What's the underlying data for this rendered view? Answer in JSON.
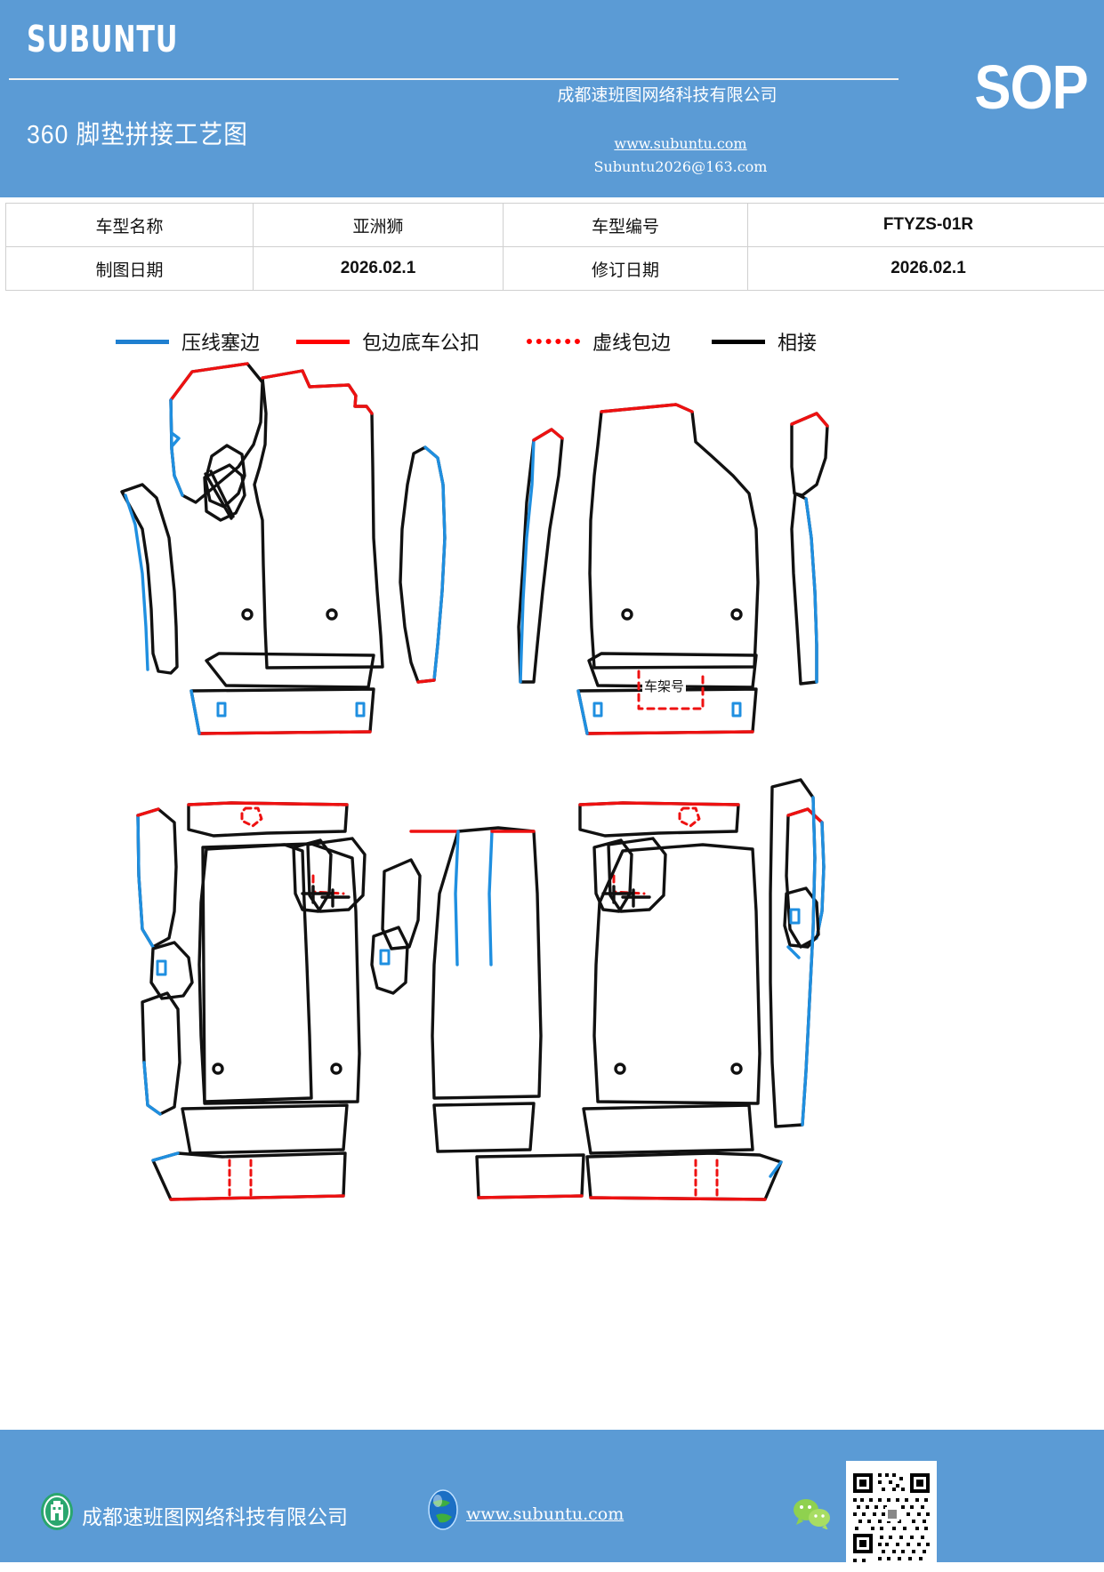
{
  "header": {
    "brand": "SUBUNTU",
    "doc_title": "360 脚垫拼接工艺图",
    "sop_badge": "SOP",
    "company": "成都速班图网络科技有限公司",
    "website": "www.subuntu.com",
    "email": "Subuntu2026@163.com",
    "bg_color": "#5b9bd5"
  },
  "info_table": {
    "rows": [
      {
        "label1": "车型名称",
        "value1": "亚洲狮",
        "label2": "车型编号",
        "value2": "FTYZS-01R"
      },
      {
        "label1": "制图日期",
        "value1": "2026.02.1",
        "label2": "修订日期",
        "value2": "2026.02.1"
      }
    ]
  },
  "legend": {
    "items": [
      {
        "label": "压线塞边",
        "color": "#1f7fd0",
        "style": "solid"
      },
      {
        "label": "包边底车公扣",
        "color": "#ff0000",
        "style": "solid"
      },
      {
        "label": "虚线包边",
        "color": "#ff0000",
        "style": "dotted"
      },
      {
        "label": "相接",
        "color": "#000000",
        "style": "solid"
      }
    ]
  },
  "drawing": {
    "vin_label": "车架号",
    "colors": {
      "outline": "#111111",
      "blue_edge": "#1f8fe0",
      "red_edge": "#ee1111",
      "dashed_red": "#ee1111"
    }
  },
  "footer": {
    "company": "成都速班图网络科技有限公司",
    "website": "www.subuntu.com",
    "bg_color": "#5b9bd5"
  }
}
